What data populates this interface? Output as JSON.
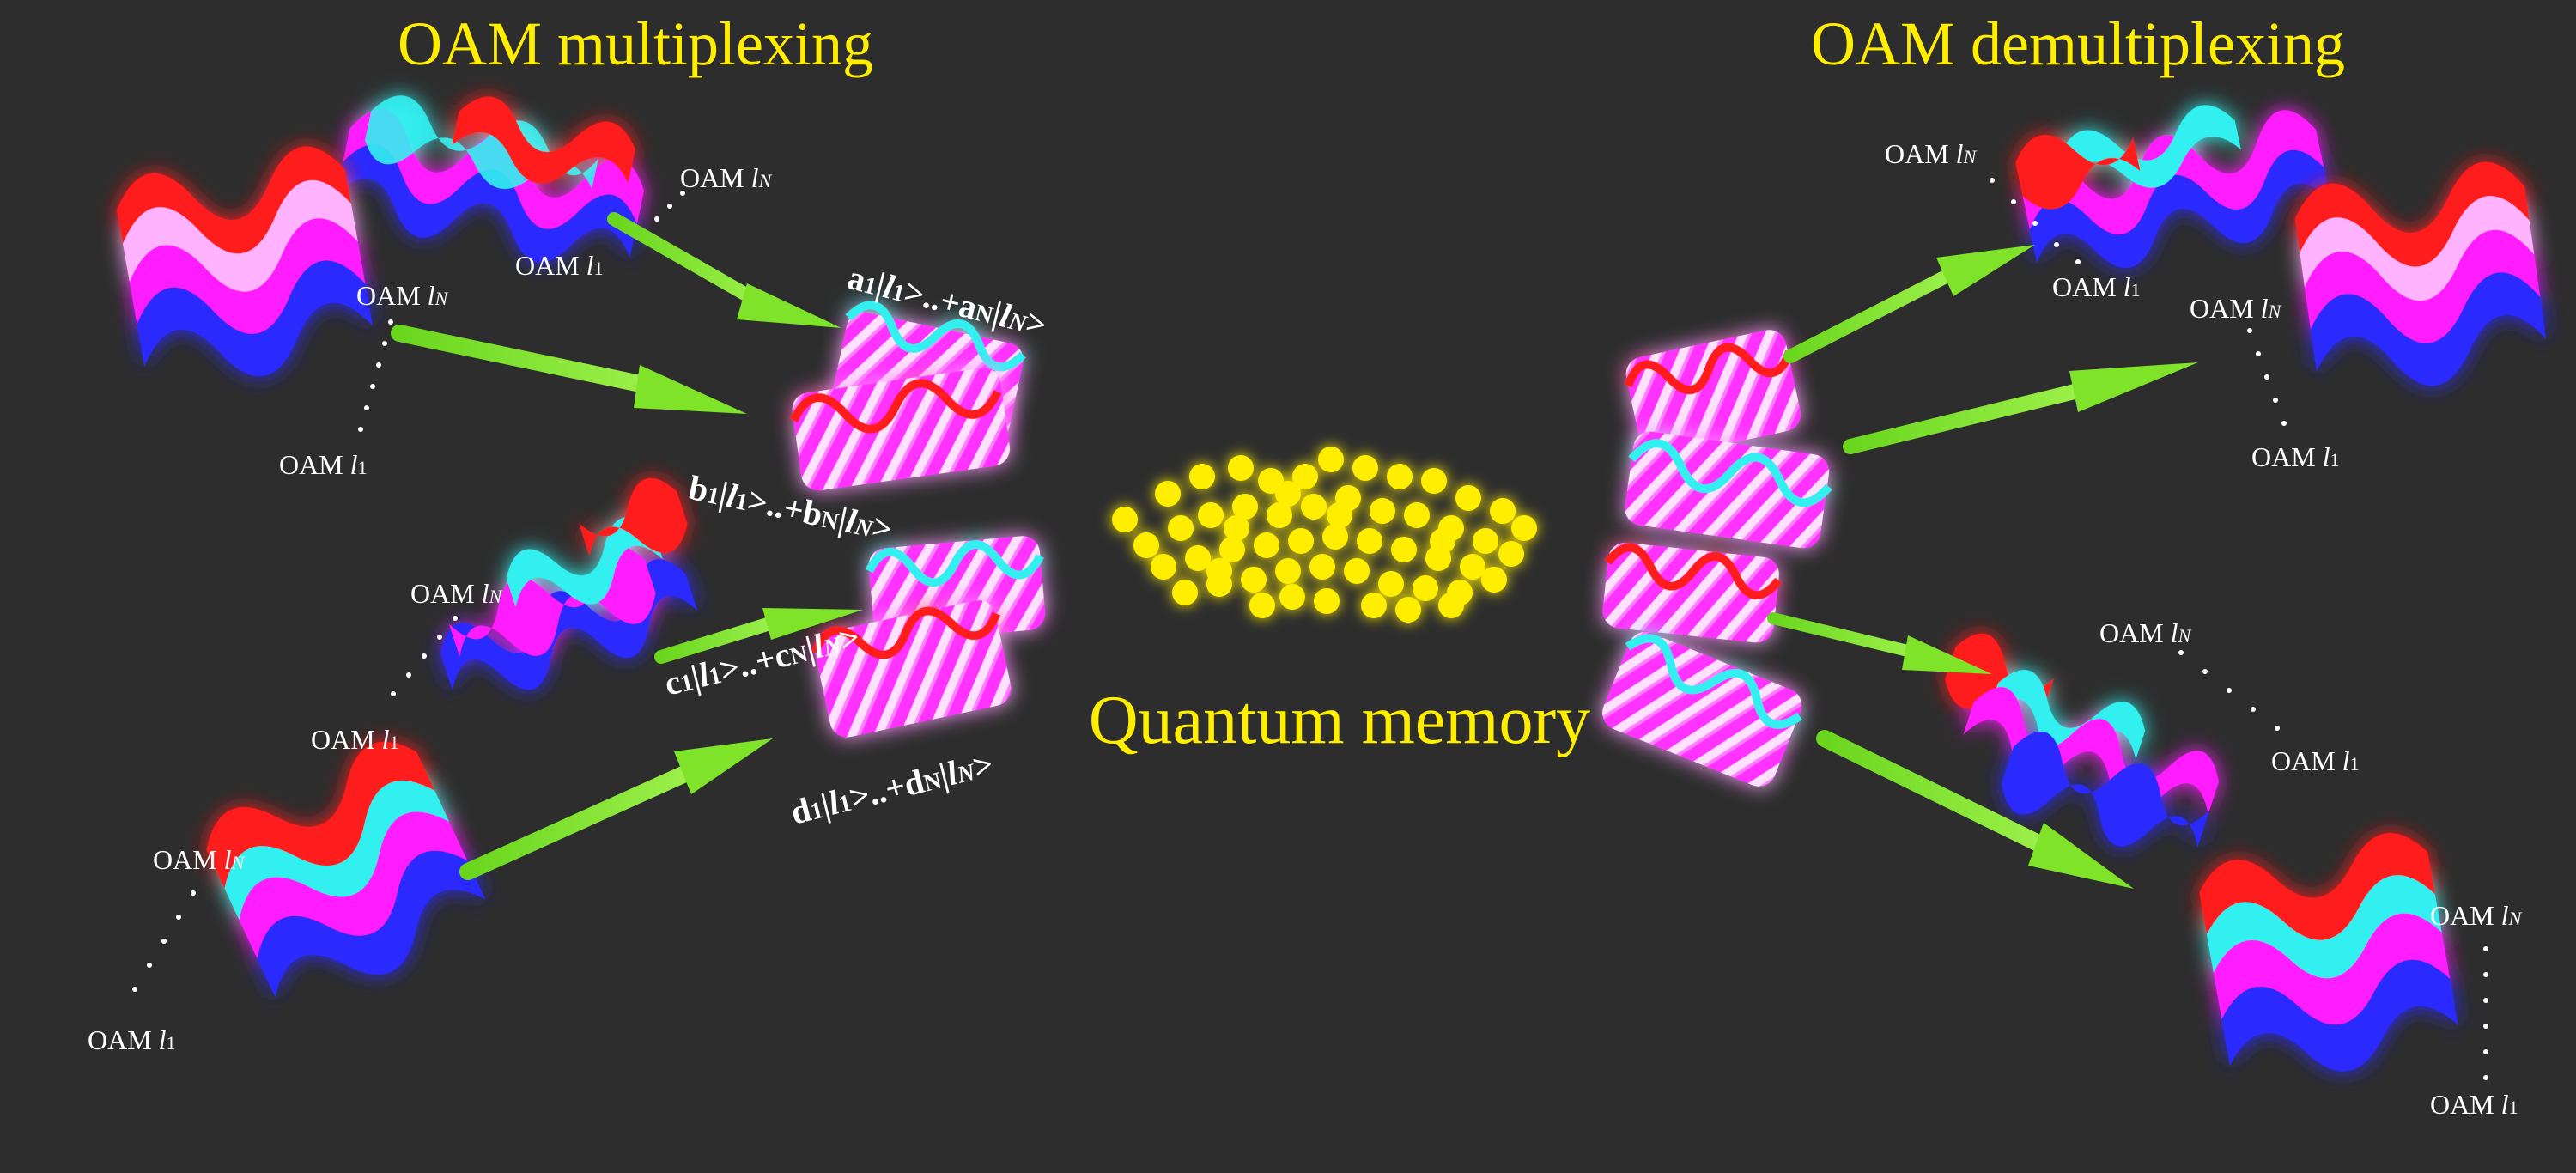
{
  "titles": {
    "multiplexing": "OAM multiplexing",
    "demultiplexing": "OAM demultiplexing",
    "memory": "Quantum memory"
  },
  "oam": {
    "prefix": "OAM",
    "l": "l",
    "sub_1": "1",
    "sub_N": "N"
  },
  "equations": {
    "a": {
      "c1": "a",
      "s1": "1",
      "k1": "|",
      "l1": "l",
      "t1": "1",
      "mid": ">..+",
      "c2": "a",
      "s2": "N",
      "k2": "|",
      "l2": "l",
      "t2": "N",
      "end": ">"
    },
    "b": {
      "c1": "b",
      "s1": "1",
      "k1": "|",
      "l1": "l",
      "t1": "1",
      "mid": ">..+",
      "c2": "b",
      "s2": "N",
      "k2": "|",
      "l2": "l",
      "t2": "N",
      "end": ">"
    },
    "c": {
      "c1": "c",
      "s1": "1",
      "k1": "|",
      "l1": "l",
      "t1": "1",
      "mid": ">..+",
      "c2": "c",
      "s2": "N",
      "k2": "|",
      "l2": "l",
      "t2": "N",
      "end": ">"
    },
    "d": {
      "c1": "d",
      "s1": "1",
      "k1": "|",
      "l1": "l",
      "t1": "1",
      "mid": ">..+",
      "c2": "d",
      "s2": "N",
      "k2": "|",
      "l2": "l",
      "t2": "N",
      "end": ">"
    }
  },
  "colors": {
    "background": "#2d2d2d",
    "title": "#ffee00",
    "atoms": "#ffee00",
    "arrow": "#7fe32a",
    "beam_red": "#ff1a1a",
    "beam_magenta": "#ff1aff",
    "beam_cyan": "#33f0f0",
    "beam_blue": "#2a2aff",
    "beam_pink": "#ffb3ff",
    "label": "#ffffff"
  }
}
